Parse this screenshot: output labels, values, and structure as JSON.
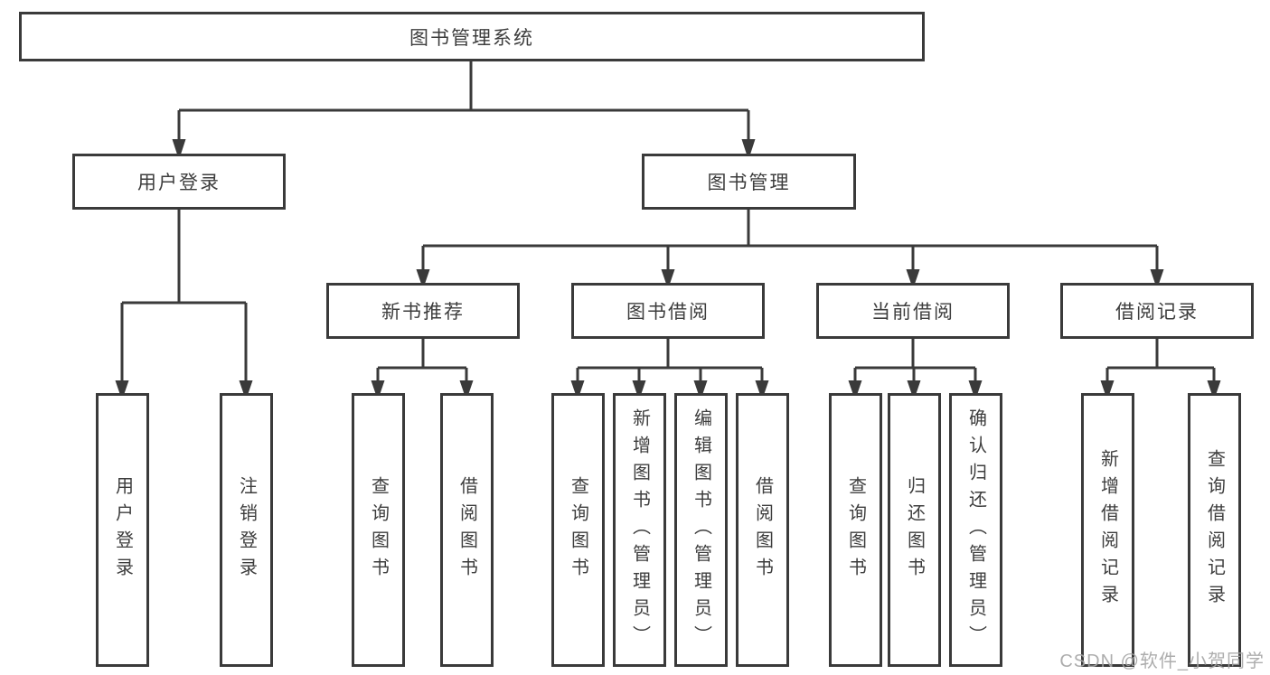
{
  "diagram": {
    "root": {
      "label": "图书管理系统"
    },
    "branches": [
      {
        "label": "用户登录",
        "children": [
          {
            "label": "用户登录"
          },
          {
            "label": "注销登录"
          }
        ]
      },
      {
        "label": "图书管理",
        "children": [
          {
            "label": "新书推荐",
            "children": [
              {
                "label": "查询图书"
              },
              {
                "label": "借阅图书"
              }
            ]
          },
          {
            "label": "图书借阅",
            "children": [
              {
                "label": "查询图书"
              },
              {
                "label": "新增图书（管理员）"
              },
              {
                "label": "编辑图书（管理员）"
              },
              {
                "label": "借阅图书"
              }
            ]
          },
          {
            "label": "当前借阅",
            "children": [
              {
                "label": "查询图书"
              },
              {
                "label": "归还图书"
              },
              {
                "label": "确认归还（管理员）"
              }
            ]
          },
          {
            "label": "借阅记录",
            "children": [
              {
                "label": "新增借阅记录"
              },
              {
                "label": "查询借阅记录"
              }
            ]
          }
        ]
      }
    ],
    "watermark": "CSDN @软件_小贺同学",
    "colors": {
      "line": "#3a3a3a",
      "text": "#3d3d3d",
      "background": "#ffffff",
      "watermark": "#a4a4a4"
    }
  }
}
